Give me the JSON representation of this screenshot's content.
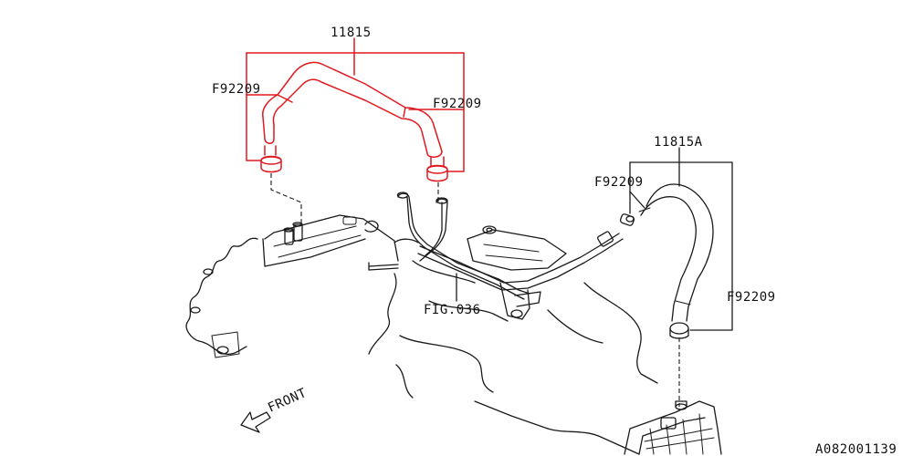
{
  "diagram": {
    "accent_color": "#e0191e",
    "labels": {
      "part_11815": "11815",
      "part_11815a": "11815A",
      "clip_top_left": "F92209",
      "clip_top_right": "F92209",
      "clip_mid_right": "F92209",
      "clip_lower_right": "F92209",
      "fig_ref": "FIG.036",
      "front": "FRONT",
      "drawing_id": "A082001139"
    }
  }
}
